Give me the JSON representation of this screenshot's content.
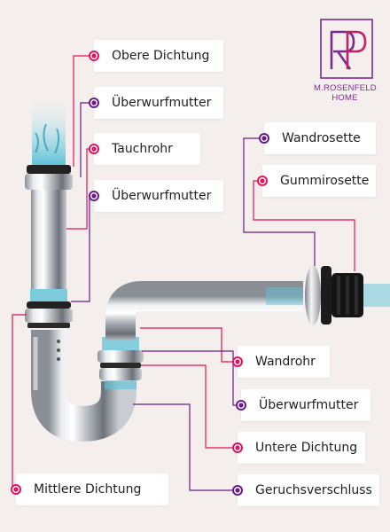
{
  "brand": {
    "line1": "M.ROSENFELD",
    "line2": "HOME",
    "color": "#7a2b8f"
  },
  "colors": {
    "magenta": "#e2125f",
    "purple": "#6a1b8a"
  },
  "labels": [
    {
      "id": "obere-dichtung",
      "text": "Obere Dichtung",
      "dot": "magenta"
    },
    {
      "id": "ueberwurfmutter-top",
      "text": "Überwurfmutter",
      "dot": "purple"
    },
    {
      "id": "tauchrohr",
      "text": "Tauchrohr",
      "dot": "magenta"
    },
    {
      "id": "ueberwurfmutter-mid",
      "text": "Überwurfmutter",
      "dot": "purple"
    },
    {
      "id": "wandrosette",
      "text": "Wandrosette",
      "dot": "purple"
    },
    {
      "id": "gummirosette",
      "text": "Gummirosette",
      "dot": "magenta"
    },
    {
      "id": "wandrohr",
      "text": "Wandrohr",
      "dot": "magenta"
    },
    {
      "id": "ueberwurfmutter-bottom",
      "text": "Überwurfmutter",
      "dot": "purple"
    },
    {
      "id": "untere-dichtung",
      "text": "Untere Dichtung",
      "dot": "magenta"
    },
    {
      "id": "mittlere-dichtung",
      "text": "Mittlere Dichtung",
      "dot": "magenta"
    },
    {
      "id": "geruchsverschluss",
      "text": "Geruchsverschluss",
      "dot": "purple"
    }
  ]
}
